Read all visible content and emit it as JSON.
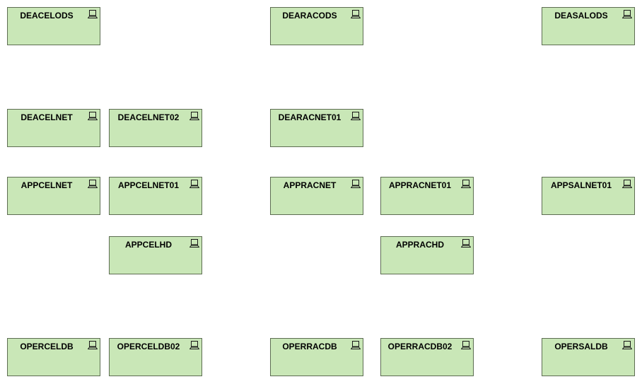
{
  "diagram": {
    "background": "#ffffff",
    "node_fill": "#c9e7b7",
    "node_border": "#5d6d52",
    "node_icon": "device-icon",
    "nodes": [
      {
        "id": "n1",
        "label": "DEACELODS"
      },
      {
        "id": "n2",
        "label": "DEARACODS"
      },
      {
        "id": "n3",
        "label": "DEASALODS"
      },
      {
        "id": "n4",
        "label": "DEACELNET"
      },
      {
        "id": "n5",
        "label": "DEACELNET02"
      },
      {
        "id": "n6",
        "label": "DEARACNET01"
      },
      {
        "id": "n7",
        "label": "APPCELNET"
      },
      {
        "id": "n8",
        "label": "APPCELNET01"
      },
      {
        "id": "n9",
        "label": "APPRACNET"
      },
      {
        "id": "n10",
        "label": "APPRACNET01"
      },
      {
        "id": "n11",
        "label": "APPSALNET01"
      },
      {
        "id": "n12",
        "label": "APPCELHD"
      },
      {
        "id": "n13",
        "label": "APPRACHD"
      },
      {
        "id": "n14",
        "label": "OPERCELDB"
      },
      {
        "id": "n15",
        "label": "OPERCELDB02"
      },
      {
        "id": "n16",
        "label": "OPERRACDB"
      },
      {
        "id": "n17",
        "label": "OPERRACDB02"
      },
      {
        "id": "n18",
        "label": "OPERSALDB"
      }
    ]
  }
}
